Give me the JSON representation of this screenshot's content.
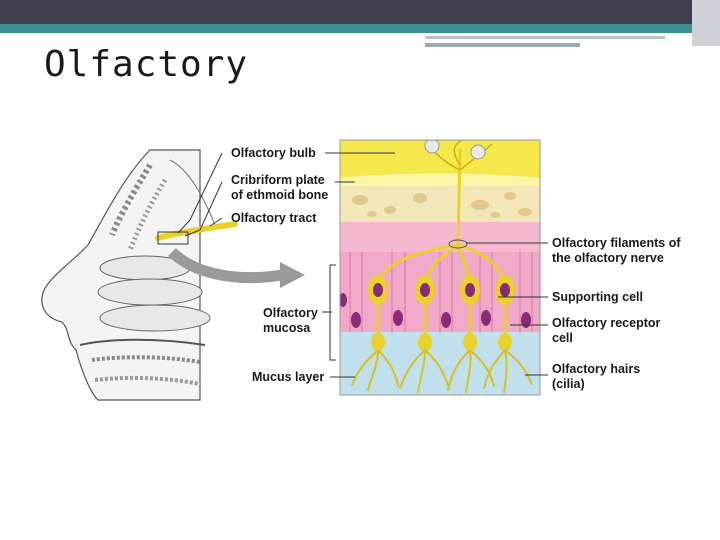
{
  "slide": {
    "title": "Olfactory"
  },
  "diagram": {
    "labels": {
      "olfactory_bulb": "Olfactory bulb",
      "cribriform_line1": "Cribriform plate",
      "cribriform_line2": "of ethmoid bone",
      "olfactory_tract": "Olfactory tract",
      "filaments_line1": "Olfactory filaments of",
      "filaments_line2": "the olfactory nerve",
      "mucosa_line1": "Olfactory",
      "mucosa_line2": "mucosa",
      "supporting_cell": "Supporting cell",
      "receptor_line1": "Olfactory receptor",
      "receptor_line2": "cell",
      "mucus_layer": "Mucus layer",
      "hairs_line1": "Olfactory hairs",
      "hairs_line2": "(cilia)"
    }
  },
  "colors": {
    "bulb_yellow": "#f5e84a",
    "bone_cream": "#f3e6b8",
    "mucosa_pink": "#f2a8c8",
    "nucleus_purple": "#8a2a7a",
    "mucus_blue": "#bfe0ec",
    "neuron_yellow": "#e8d22a"
  }
}
